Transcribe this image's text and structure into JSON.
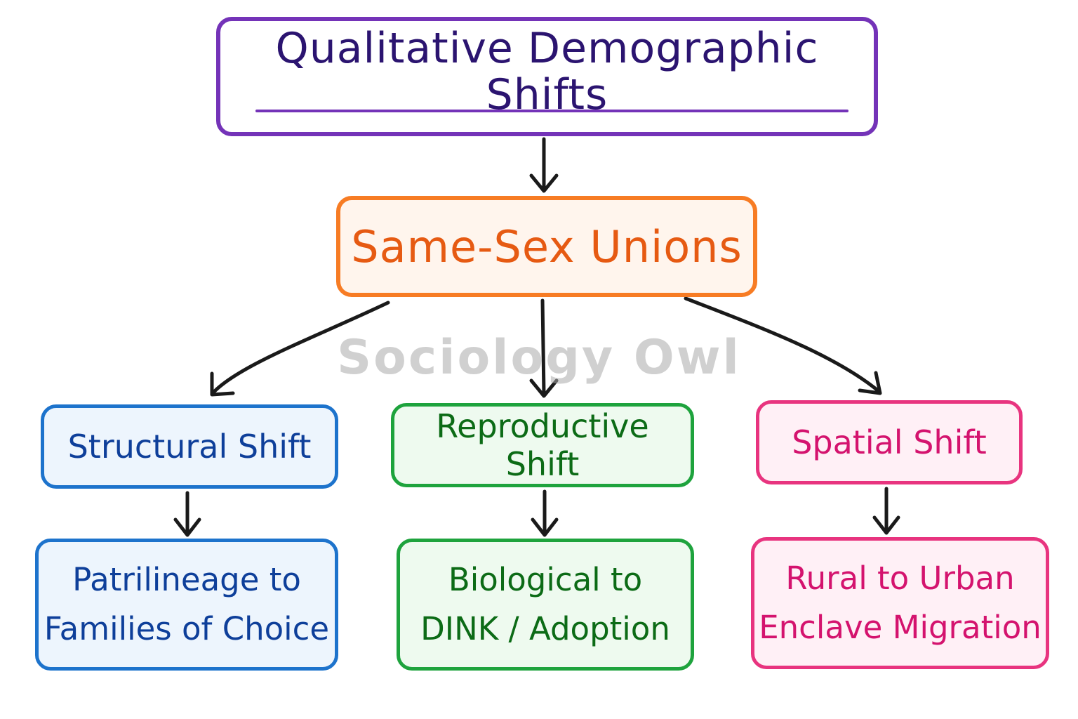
{
  "diagram": {
    "title": "Qualitative Demographic Shifts",
    "center": "Same-Sex Unions",
    "watermark": "Sociology Owl",
    "branches": [
      {
        "label": "Structural Shift",
        "detail_line1": "Patrilineage to",
        "detail_line2": "Families of Choice",
        "color": "#1d73cc"
      },
      {
        "label": "Reproductive Shift",
        "detail_line1": "Biological to",
        "detail_line2": "DINK / Adoption",
        "color": "#1ea33d"
      },
      {
        "label": "Spatial Shift",
        "detail_line1": "Rural to Urban",
        "detail_line2": "Enclave Migration",
        "color": "#e8347f"
      }
    ],
    "title_color": "#7433b8",
    "center_color": "#f77c24",
    "arrow_color": "#1a1a1a"
  }
}
